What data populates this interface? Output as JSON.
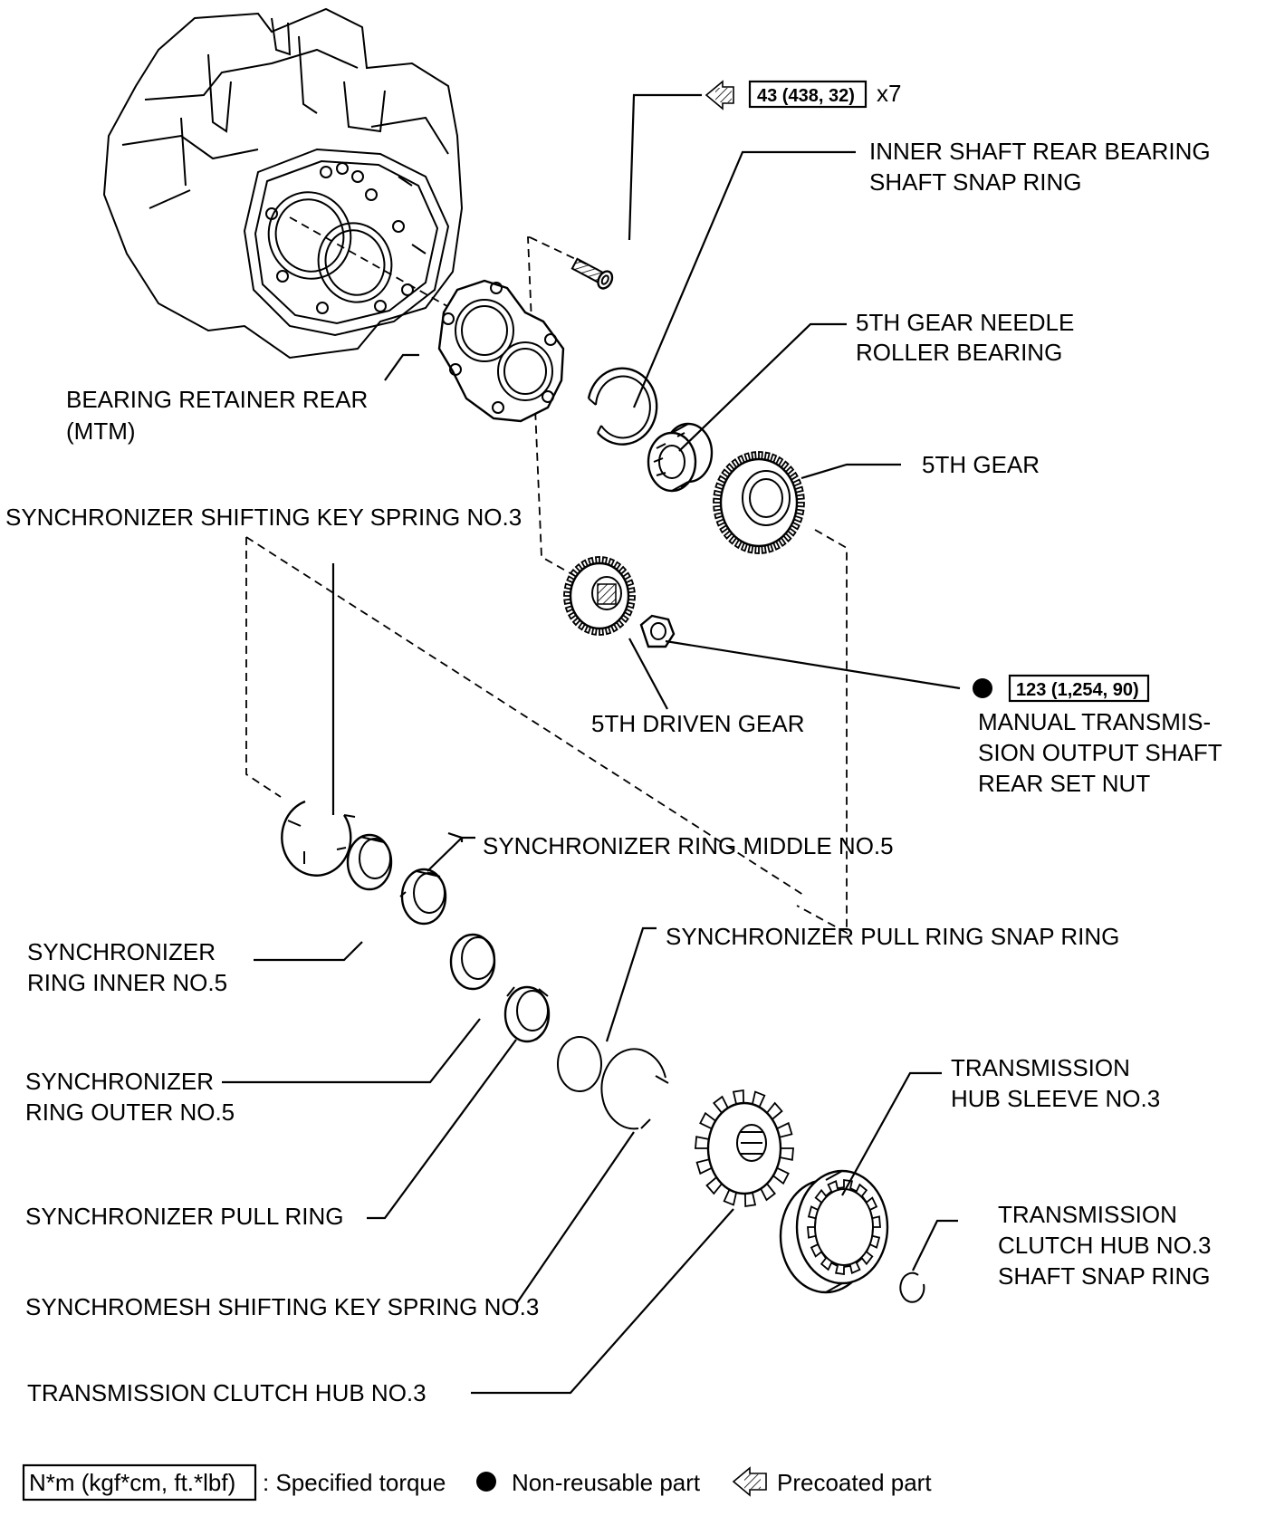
{
  "labels": {
    "inner_shaft_snap_ring": [
      "INNER SHAFT REAR BEARING",
      "SHAFT SNAP RING"
    ],
    "needle_bearing": [
      "5TH GEAR NEEDLE",
      "ROLLER BEARING"
    ],
    "bearing_retainer": [
      "BEARING RETAINER REAR",
      "(MTM)"
    ],
    "fifth_gear": "5TH GEAR",
    "key_spring": "SYNCHRONIZER SHIFTING KEY SPRING NO.3",
    "driven_gear": "5TH DRIVEN GEAR",
    "output_nut": [
      "MANUAL TRANSMIS-",
      "SION OUTPUT SHAFT",
      "REAR SET NUT"
    ],
    "ring_middle": "SYNCHRONIZER RING MIDDLE NO.5",
    "pull_ring_snap": "SYNCHRONIZER PULL RING SNAP RING",
    "ring_inner": [
      "SYNCHRONIZER",
      "RING INNER NO.5"
    ],
    "ring_outer": [
      "SYNCHRONIZER",
      "RING OUTER NO.5"
    ],
    "hub_sleeve": [
      "TRANSMISSION",
      "HUB SLEEVE NO.3"
    ],
    "pull_ring": "SYNCHRONIZER PULL RING",
    "clutch_hub_snap": [
      "TRANSMISSION",
      "CLUTCH HUB NO.3",
      "SHAFT SNAP RING"
    ],
    "synchromesh_spring": "SYNCHROMESH SHIFTING KEY SPRING NO.3",
    "clutch_hub": "TRANSMISSION CLUTCH HUB NO.3"
  },
  "torques": {
    "bolt": {
      "value": "43 (438, 32)",
      "qty": "x7"
    },
    "nut": {
      "value": "123 (1,254, 90)"
    }
  },
  "legend": {
    "torque_box": "N*m (kgf*cm, ft.*lbf)",
    "torque_text": ": Specified torque",
    "nonreusable_text": "Non-reusable part",
    "precoated_text": "Precoated part"
  },
  "icons": [
    "non-reusable-dot-icon",
    "precoated-arrow-icon"
  ]
}
